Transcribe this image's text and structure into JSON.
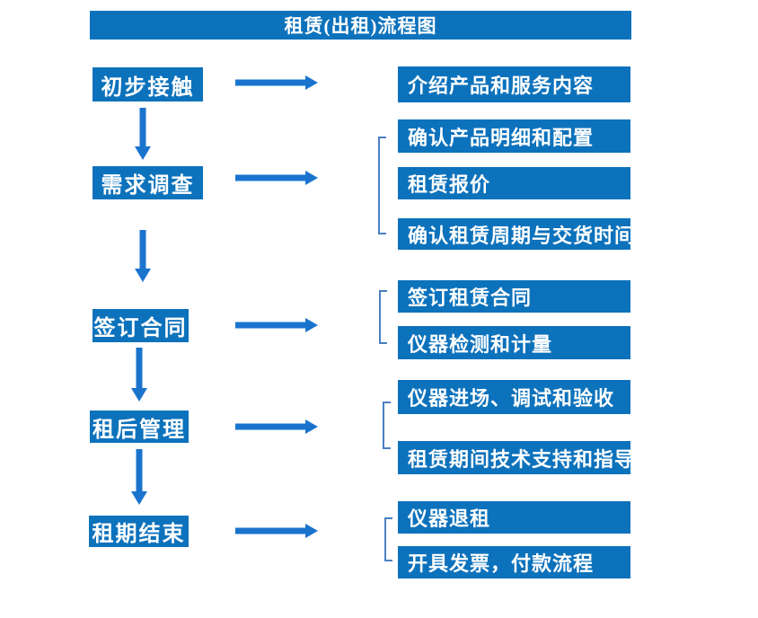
{
  "title": "租赁(出租)流程图",
  "colors": {
    "box_blue": "#0d72bc",
    "arrow_blue": "#1a74cd",
    "bracket_blue": "#4a80c2",
    "text_white": "#ffffff",
    "bg": "#ffffff"
  },
  "flow": {
    "steps": [
      {
        "label": "初步接触",
        "details": [
          "介绍产品和服务内容"
        ]
      },
      {
        "label": "需求调查",
        "details": [
          "确认产品明细和配置",
          "租赁报价",
          "确认租赁周期与交货时间"
        ]
      },
      {
        "label": "签订合同",
        "details": [
          "签订租赁合同",
          "仪器检测和计量"
        ]
      },
      {
        "label": "租后管理",
        "details": [
          "仪器进场、调试和验收",
          "租赁期间技术支持和指导"
        ]
      },
      {
        "label": "租期结束",
        "details": [
          "仪器退租",
          "开具发票，付款流程"
        ]
      }
    ]
  }
}
